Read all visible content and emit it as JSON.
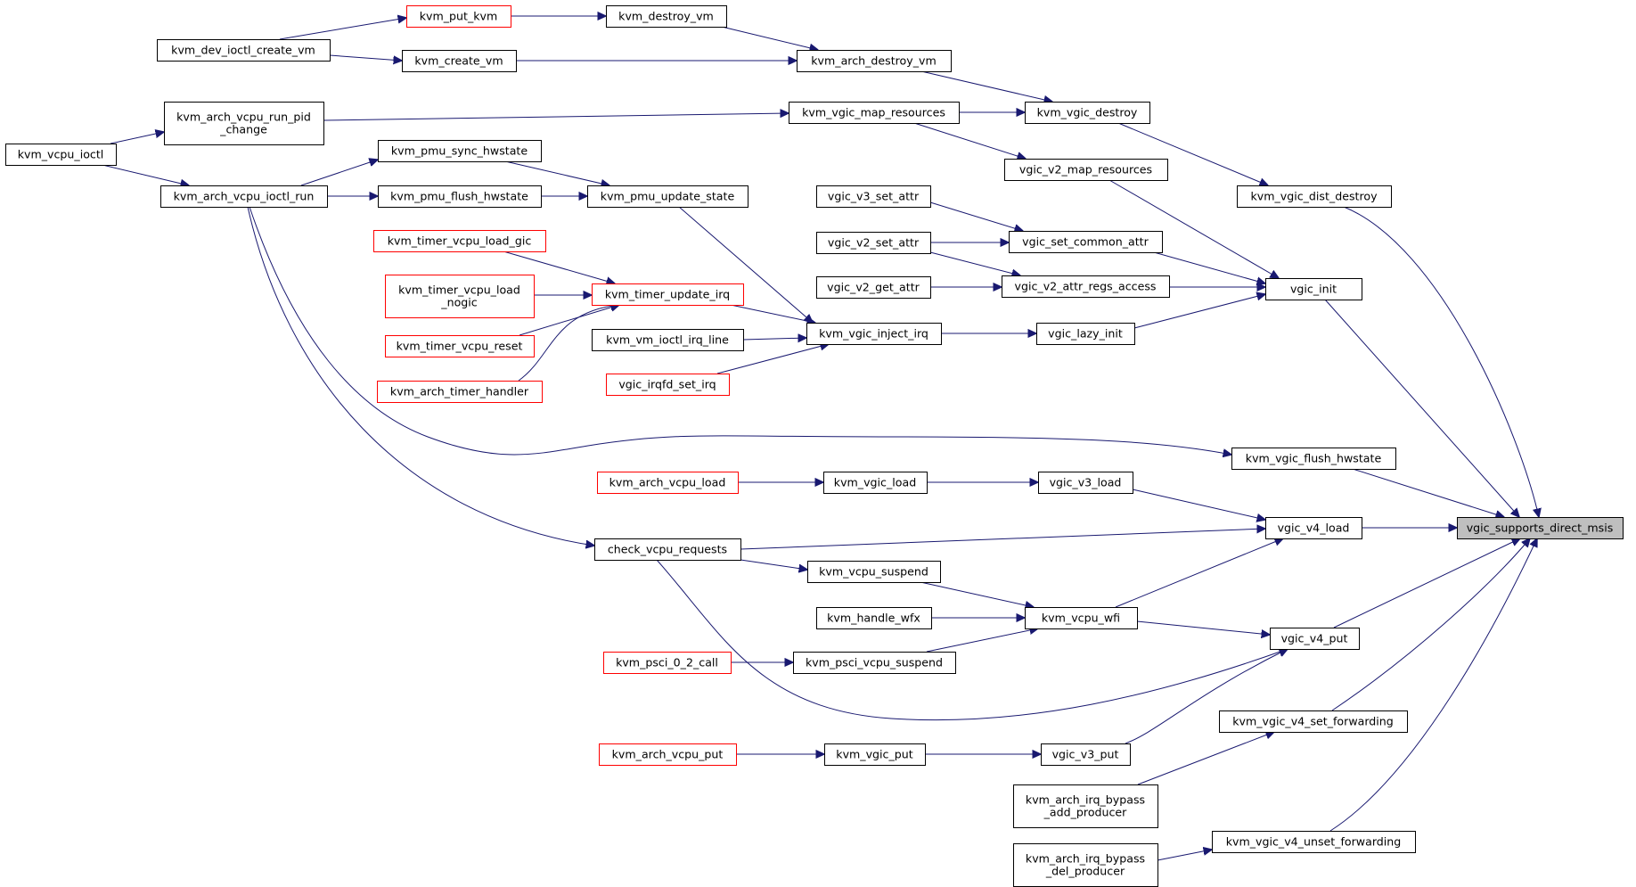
{
  "graph": {
    "target": "vgic_supports_direct_msis",
    "nodes": [
      {
        "id": "vgic_supports_direct_msis",
        "lines": [
          "vgic_supports_direct_msis"
        ],
        "target": true
      },
      {
        "id": "kvm_vgic_dist_destroy",
        "lines": [
          "kvm_vgic_dist_destroy"
        ]
      },
      {
        "id": "vgic_init",
        "lines": [
          "vgic_init"
        ]
      },
      {
        "id": "kvm_vgic_flush_hwstate",
        "lines": [
          "kvm_vgic_flush_hwstate"
        ]
      },
      {
        "id": "vgic_v4_load",
        "lines": [
          "vgic_v4_load"
        ]
      },
      {
        "id": "vgic_v4_put",
        "lines": [
          "vgic_v4_put"
        ]
      },
      {
        "id": "kvm_vgic_v4_set_forwarding",
        "lines": [
          "kvm_vgic_v4_set_forwarding"
        ]
      },
      {
        "id": "kvm_vgic_v4_unset_forwarding",
        "lines": [
          "kvm_vgic_v4_unset_forwarding"
        ]
      },
      {
        "id": "kvm_vgic_destroy",
        "lines": [
          "kvm_vgic_destroy"
        ]
      },
      {
        "id": "vgic_v2_map_resources",
        "lines": [
          "vgic_v2_map_resources"
        ]
      },
      {
        "id": "vgic_set_common_attr",
        "lines": [
          "vgic_set_common_attr"
        ]
      },
      {
        "id": "vgic_v2_attr_regs_access",
        "lines": [
          "vgic_v2_attr_regs_access"
        ]
      },
      {
        "id": "vgic_lazy_init",
        "lines": [
          "vgic_lazy_init"
        ]
      },
      {
        "id": "vgic_v3_load",
        "lines": [
          "vgic_v3_load"
        ]
      },
      {
        "id": "kvm_vcpu_wfi",
        "lines": [
          "kvm_vcpu_wfi"
        ]
      },
      {
        "id": "vgic_v3_put",
        "lines": [
          "vgic_v3_put"
        ]
      },
      {
        "id": "kvm_arch_irq_bypass_add_producer",
        "lines": [
          "kvm_arch_irq_bypass",
          "_add_producer"
        ]
      },
      {
        "id": "kvm_arch_irq_bypass_del_producer",
        "lines": [
          "kvm_arch_irq_bypass",
          "_del_producer"
        ]
      },
      {
        "id": "kvm_arch_destroy_vm",
        "lines": [
          "kvm_arch_destroy_vm"
        ]
      },
      {
        "id": "kvm_vgic_map_resources",
        "lines": [
          "kvm_vgic_map_resources"
        ]
      },
      {
        "id": "vgic_v3_set_attr",
        "lines": [
          "vgic_v3_set_attr"
        ]
      },
      {
        "id": "vgic_v2_set_attr",
        "lines": [
          "vgic_v2_set_attr"
        ]
      },
      {
        "id": "vgic_v2_get_attr",
        "lines": [
          "vgic_v2_get_attr"
        ]
      },
      {
        "id": "kvm_vgic_inject_irq",
        "lines": [
          "kvm_vgic_inject_irq"
        ]
      },
      {
        "id": "kvm_vgic_load",
        "lines": [
          "kvm_vgic_load"
        ]
      },
      {
        "id": "kvm_vcpu_suspend",
        "lines": [
          "kvm_vcpu_suspend"
        ]
      },
      {
        "id": "kvm_handle_wfx",
        "lines": [
          "kvm_handle_wfx"
        ]
      },
      {
        "id": "kvm_psci_vcpu_suspend",
        "lines": [
          "kvm_psci_vcpu_suspend"
        ]
      },
      {
        "id": "kvm_vgic_put",
        "lines": [
          "kvm_vgic_put"
        ]
      },
      {
        "id": "kvm_destroy_vm",
        "lines": [
          "kvm_destroy_vm"
        ]
      },
      {
        "id": "kvm_create_vm",
        "lines": [
          "kvm_create_vm"
        ]
      },
      {
        "id": "kvm_pmu_update_state",
        "lines": [
          "kvm_pmu_update_state"
        ]
      },
      {
        "id": "kvm_timer_update_irq",
        "lines": [
          "kvm_timer_update_irq"
        ],
        "truncated": true
      },
      {
        "id": "kvm_vm_ioctl_irq_line",
        "lines": [
          "kvm_vm_ioctl_irq_line"
        ]
      },
      {
        "id": "vgic_irqfd_set_irq",
        "lines": [
          "vgic_irqfd_set_irq"
        ],
        "truncated": true
      },
      {
        "id": "kvm_arch_vcpu_load",
        "lines": [
          "kvm_arch_vcpu_load"
        ],
        "truncated": true
      },
      {
        "id": "check_vcpu_requests",
        "lines": [
          "check_vcpu_requests"
        ]
      },
      {
        "id": "kvm_psci_0_2_call",
        "lines": [
          "kvm_psci_0_2_call"
        ],
        "truncated": true
      },
      {
        "id": "kvm_arch_vcpu_put",
        "lines": [
          "kvm_arch_vcpu_put"
        ],
        "truncated": true
      },
      {
        "id": "kvm_put_kvm",
        "lines": [
          "kvm_put_kvm"
        ],
        "truncated": true
      },
      {
        "id": "kvm_dev_ioctl_create_vm",
        "lines": [
          "kvm_dev_ioctl_create_vm"
        ]
      },
      {
        "id": "kvm_pmu_sync_hwstate",
        "lines": [
          "kvm_pmu_sync_hwstate"
        ]
      },
      {
        "id": "kvm_pmu_flush_hwstate",
        "lines": [
          "kvm_pmu_flush_hwstate"
        ]
      },
      {
        "id": "kvm_timer_vcpu_load_gic",
        "lines": [
          "kvm_timer_vcpu_load_gic"
        ],
        "truncated": true
      },
      {
        "id": "kvm_timer_vcpu_load_nogic",
        "lines": [
          "kvm_timer_vcpu_load",
          "_nogic"
        ],
        "truncated": true
      },
      {
        "id": "kvm_timer_vcpu_reset",
        "lines": [
          "kvm_timer_vcpu_reset"
        ],
        "truncated": true
      },
      {
        "id": "kvm_arch_timer_handler",
        "lines": [
          "kvm_arch_timer_handler"
        ],
        "truncated": true
      },
      {
        "id": "kvm_arch_vcpu_run_pid_change",
        "lines": [
          "kvm_arch_vcpu_run_pid",
          "_change"
        ]
      },
      {
        "id": "kvm_arch_vcpu_ioctl_run",
        "lines": [
          "kvm_arch_vcpu_ioctl_run"
        ]
      },
      {
        "id": "kvm_vcpu_ioctl",
        "lines": [
          "kvm_vcpu_ioctl"
        ]
      }
    ],
    "edges": [
      {
        "from": "kvm_vgic_dist_destroy",
        "to": "vgic_supports_direct_msis"
      },
      {
        "from": "vgic_init",
        "to": "vgic_supports_direct_msis"
      },
      {
        "from": "kvm_vgic_flush_hwstate",
        "to": "vgic_supports_direct_msis"
      },
      {
        "from": "vgic_v4_load",
        "to": "vgic_supports_direct_msis"
      },
      {
        "from": "vgic_v4_put",
        "to": "vgic_supports_direct_msis"
      },
      {
        "from": "kvm_vgic_v4_set_forwarding",
        "to": "vgic_supports_direct_msis"
      },
      {
        "from": "kvm_vgic_v4_unset_forwarding",
        "to": "vgic_supports_direct_msis"
      },
      {
        "from": "kvm_vgic_destroy",
        "to": "kvm_vgic_dist_destroy"
      },
      {
        "from": "vgic_v2_map_resources",
        "to": "vgic_init"
      },
      {
        "from": "vgic_set_common_attr",
        "to": "vgic_init"
      },
      {
        "from": "vgic_v2_attr_regs_access",
        "to": "vgic_init"
      },
      {
        "from": "vgic_lazy_init",
        "to": "vgic_init"
      },
      {
        "from": "kvm_arch_vcpu_ioctl_run",
        "to": "kvm_vgic_flush_hwstate"
      },
      {
        "from": "vgic_v3_load",
        "to": "vgic_v4_load"
      },
      {
        "from": "check_vcpu_requests",
        "to": "vgic_v4_load"
      },
      {
        "from": "kvm_vcpu_wfi",
        "to": "vgic_v4_load"
      },
      {
        "from": "kvm_vcpu_wfi",
        "to": "vgic_v4_put"
      },
      {
        "from": "vgic_v3_put",
        "to": "vgic_v4_put"
      },
      {
        "from": "check_vcpu_requests",
        "to": "vgic_v4_put"
      },
      {
        "from": "kvm_arch_irq_bypass_add_producer",
        "to": "kvm_vgic_v4_set_forwarding"
      },
      {
        "from": "kvm_arch_irq_bypass_del_producer",
        "to": "kvm_vgic_v4_unset_forwarding"
      },
      {
        "from": "kvm_arch_destroy_vm",
        "to": "kvm_vgic_destroy"
      },
      {
        "from": "kvm_vgic_map_resources",
        "to": "kvm_vgic_destroy"
      },
      {
        "from": "kvm_vgic_map_resources",
        "to": "vgic_v2_map_resources"
      },
      {
        "from": "vgic_v3_set_attr",
        "to": "vgic_set_common_attr"
      },
      {
        "from": "vgic_v2_set_attr",
        "to": "vgic_set_common_attr"
      },
      {
        "from": "vgic_v2_set_attr",
        "to": "vgic_v2_attr_regs_access"
      },
      {
        "from": "vgic_v2_get_attr",
        "to": "vgic_v2_attr_regs_access"
      },
      {
        "from": "kvm_vgic_inject_irq",
        "to": "vgic_lazy_init"
      },
      {
        "from": "kvm_vgic_load",
        "to": "vgic_v3_load"
      },
      {
        "from": "kvm_vcpu_suspend",
        "to": "kvm_vcpu_wfi"
      },
      {
        "from": "kvm_handle_wfx",
        "to": "kvm_vcpu_wfi"
      },
      {
        "from": "kvm_psci_vcpu_suspend",
        "to": "kvm_vcpu_wfi"
      },
      {
        "from": "kvm_vgic_put",
        "to": "vgic_v3_put"
      },
      {
        "from": "kvm_destroy_vm",
        "to": "kvm_arch_destroy_vm"
      },
      {
        "from": "kvm_create_vm",
        "to": "kvm_arch_destroy_vm"
      },
      {
        "from": "kvm_arch_vcpu_run_pid_change",
        "to": "kvm_vgic_map_resources"
      },
      {
        "from": "kvm_pmu_update_state",
        "to": "kvm_vgic_inject_irq"
      },
      {
        "from": "kvm_timer_update_irq",
        "to": "kvm_vgic_inject_irq"
      },
      {
        "from": "kvm_vm_ioctl_irq_line",
        "to": "kvm_vgic_inject_irq"
      },
      {
        "from": "vgic_irqfd_set_irq",
        "to": "kvm_vgic_inject_irq"
      },
      {
        "from": "kvm_arch_vcpu_load",
        "to": "kvm_vgic_load"
      },
      {
        "from": "check_vcpu_requests",
        "to": "kvm_vcpu_suspend"
      },
      {
        "from": "kvm_psci_0_2_call",
        "to": "kvm_psci_vcpu_suspend"
      },
      {
        "from": "kvm_arch_vcpu_put",
        "to": "kvm_vgic_put"
      },
      {
        "from": "kvm_put_kvm",
        "to": "kvm_destroy_vm"
      },
      {
        "from": "kvm_dev_ioctl_create_vm",
        "to": "kvm_create_vm"
      },
      {
        "from": "kvm_pmu_sync_hwstate",
        "to": "kvm_pmu_update_state"
      },
      {
        "from": "kvm_pmu_flush_hwstate",
        "to": "kvm_pmu_update_state"
      },
      {
        "from": "kvm_timer_vcpu_load_gic",
        "to": "kvm_timer_update_irq"
      },
      {
        "from": "kvm_timer_vcpu_load_nogic",
        "to": "kvm_timer_update_irq"
      },
      {
        "from": "kvm_timer_vcpu_reset",
        "to": "kvm_timer_update_irq"
      },
      {
        "from": "kvm_arch_timer_handler",
        "to": "kvm_timer_update_irq"
      },
      {
        "from": "kvm_arch_vcpu_ioctl_run",
        "to": "check_vcpu_requests"
      },
      {
        "from": "kvm_dev_ioctl_create_vm",
        "to": "kvm_put_kvm"
      },
      {
        "from": "kvm_arch_vcpu_ioctl_run",
        "to": "kvm_pmu_sync_hwstate"
      },
      {
        "from": "kvm_arch_vcpu_ioctl_run",
        "to": "kvm_pmu_flush_hwstate"
      },
      {
        "from": "kvm_vcpu_ioctl",
        "to": "kvm_arch_vcpu_run_pid_change"
      },
      {
        "from": "kvm_vcpu_ioctl",
        "to": "kvm_arch_vcpu_ioctl_run"
      }
    ]
  }
}
